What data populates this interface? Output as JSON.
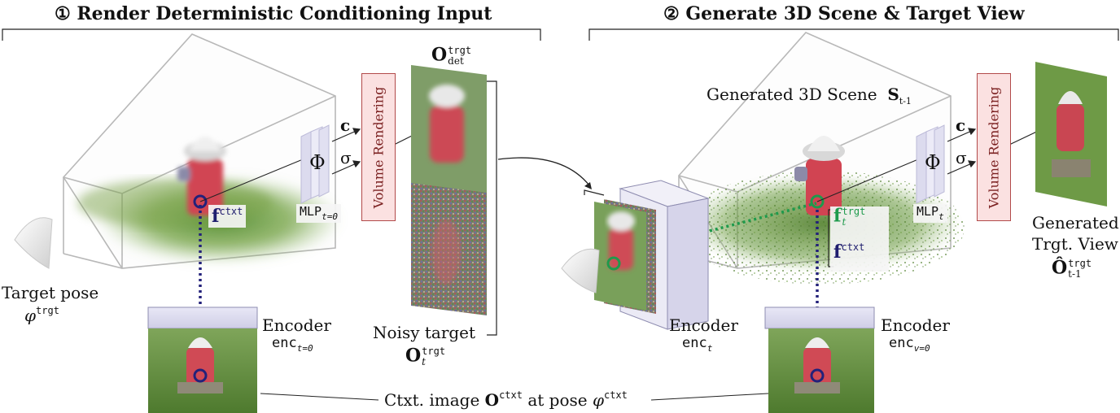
{
  "left_panel": {
    "step_title": "① Render Deterministic Conditioning Input",
    "target_pose_label": "Target pose",
    "target_pose_symbol": "φ",
    "target_pose_sup": "trgt",
    "feature_label": "f",
    "feature_sup": "ctxt",
    "mlp_label": "MLP",
    "mlp_sub": "t=0",
    "phi_symbol": "Φ",
    "c_label": "c",
    "sigma_label": "σ",
    "volume_rendering": "Volume Rendering",
    "o_det_symbol": "O",
    "o_det_sup": "trgt",
    "o_det_sub": "det",
    "encoder_label": "Encoder",
    "enc_label": "enc",
    "enc_sub": "t=0",
    "noisy_label": "Noisy target",
    "noisy_symbol": "O",
    "noisy_sup": "trgt",
    "noisy_sub": "t"
  },
  "right_panel": {
    "step_title": "② Generate 3D Scene & Target View",
    "scene_label": "Generated 3D Scene",
    "scene_symbol": "S",
    "scene_sub": "t-1",
    "feature_t_label": "f",
    "feature_t_sup": "trgt",
    "feature_t_sub": "t",
    "feature_ctxt_label": "f",
    "feature_ctxt_sup": "ctxt",
    "mlp_label": "MLP",
    "mlp_sub": "t",
    "phi_symbol": "Φ",
    "c_label": "c",
    "sigma_label": "σ",
    "volume_rendering": "Volume Rendering",
    "encoder_t_label": "Encoder",
    "enc_t_label": "enc",
    "enc_t_sub": "t",
    "encoder_v_label": "Encoder",
    "enc_v_label": "enc",
    "enc_v_sub": "v=0",
    "generated_line1": "Generated",
    "generated_line2": "Trgt. View",
    "generated_symbol": "Ô",
    "generated_sup": "trgt",
    "generated_sub": "t-1"
  },
  "bottom": {
    "ctxt_prefix": "Ctxt. image",
    "ctxt_symbol": "O",
    "ctxt_sup": "ctxt",
    "ctxt_mid": "at pose",
    "ctxt_pose": "φ",
    "ctxt_pose_sup": "ctxt"
  },
  "colors": {
    "feature_blue": "#1f1d6e",
    "feature_green": "#1e9a4c",
    "vr_fill": "#fbe1e1",
    "vr_border": "#b24a4a",
    "grass": "#5a8a2e",
    "hydrant_red": "#d0404a",
    "mlp_fill": "#e4e3f2"
  }
}
